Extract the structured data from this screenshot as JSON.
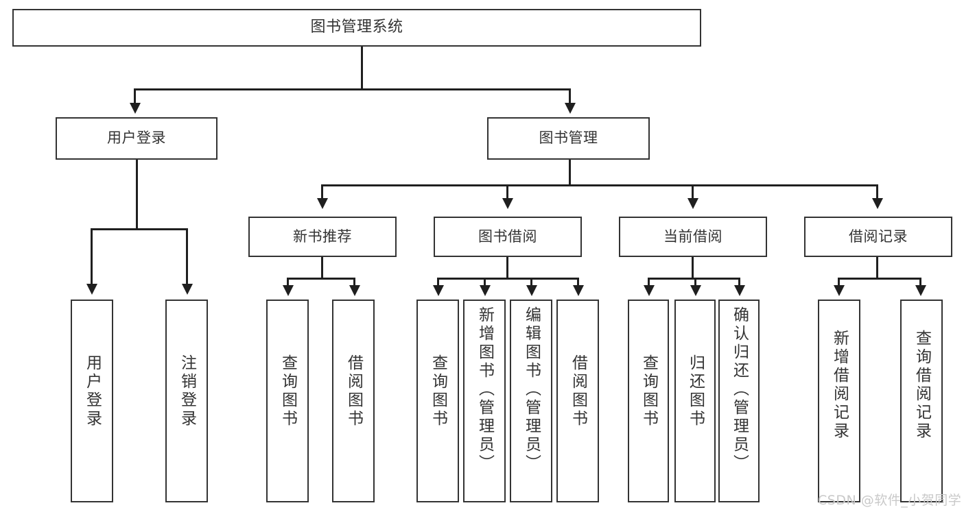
{
  "diagram": {
    "title": "图书管理系统",
    "type": "tree",
    "root": {
      "label": "图书管理系统"
    },
    "level1": [
      {
        "label": "用户登录"
      },
      {
        "label": "图书管理"
      }
    ],
    "level2": [
      {
        "label": "新书推荐"
      },
      {
        "label": "图书借阅"
      },
      {
        "label": "当前借阅"
      },
      {
        "label": "借阅记录"
      }
    ],
    "leaves": {
      "user_login": [
        {
          "label": "用户登录"
        },
        {
          "label": "注销登录"
        }
      ],
      "new_book_recommend": [
        {
          "label": "查询图书"
        },
        {
          "label": "借阅图书"
        }
      ],
      "book_borrow": [
        {
          "label": "查询图书"
        },
        {
          "label": "新增图书（管理员）"
        },
        {
          "label": "编辑图书（管理员）"
        },
        {
          "label": "借阅图书"
        }
      ],
      "current_borrow": [
        {
          "label": "查询图书"
        },
        {
          "label": "归还图书"
        },
        {
          "label": "确认归还（管理员）"
        }
      ],
      "borrow_record": [
        {
          "label": "新增借阅记录"
        },
        {
          "label": "查询借阅记录"
        }
      ]
    }
  },
  "watermark": {
    "text": "CSDN @软件_小贺同学"
  },
  "colors": {
    "box_border": "#333333",
    "connector": "#1f1f1f",
    "text": "#333333",
    "background": "#ffffff",
    "watermark": "#c9c9c9"
  }
}
